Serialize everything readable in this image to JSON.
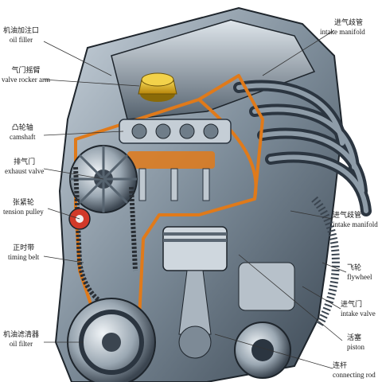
{
  "labels": {
    "oil_filler": {
      "cn": "机油加注口",
      "en": "oil filler"
    },
    "valve_rocker_arm": {
      "cn": "气门摇臂",
      "en": "valve rocker arm"
    },
    "camshaft": {
      "cn": "凸轮轴",
      "en": "camshaft"
    },
    "exhaust_valve": {
      "cn": "排气门",
      "en": "exhaust valve"
    },
    "tension_pulley": {
      "cn": "张紧轮",
      "en": "tension pulley"
    },
    "timing_belt": {
      "cn": "正时带",
      "en": "timing belt"
    },
    "oil_filter": {
      "cn": "机油滤清器",
      "en": "oil filter"
    },
    "intake_manifold_top": {
      "cn": "进气歧管",
      "en": "intake manifold"
    },
    "intake_manifold_mid": {
      "cn": "进气歧管",
      "en": "intake manifold"
    },
    "flywheel": {
      "cn": "飞轮",
      "en": "flywheel"
    },
    "intake_valve": {
      "cn": "进气门",
      "en": "intake valve"
    },
    "piston": {
      "cn": "活塞",
      "en": "piston"
    },
    "connecting_rod": {
      "cn": "连杆",
      "en": "connecting rod"
    }
  },
  "colors": {
    "engine_metal": "#8a9aa8",
    "engine_dark": "#2b3540",
    "cutaway_orange": "#e07a1a",
    "oil_cap_yellow": "#e8b81c",
    "leader_line": "#333333"
  }
}
